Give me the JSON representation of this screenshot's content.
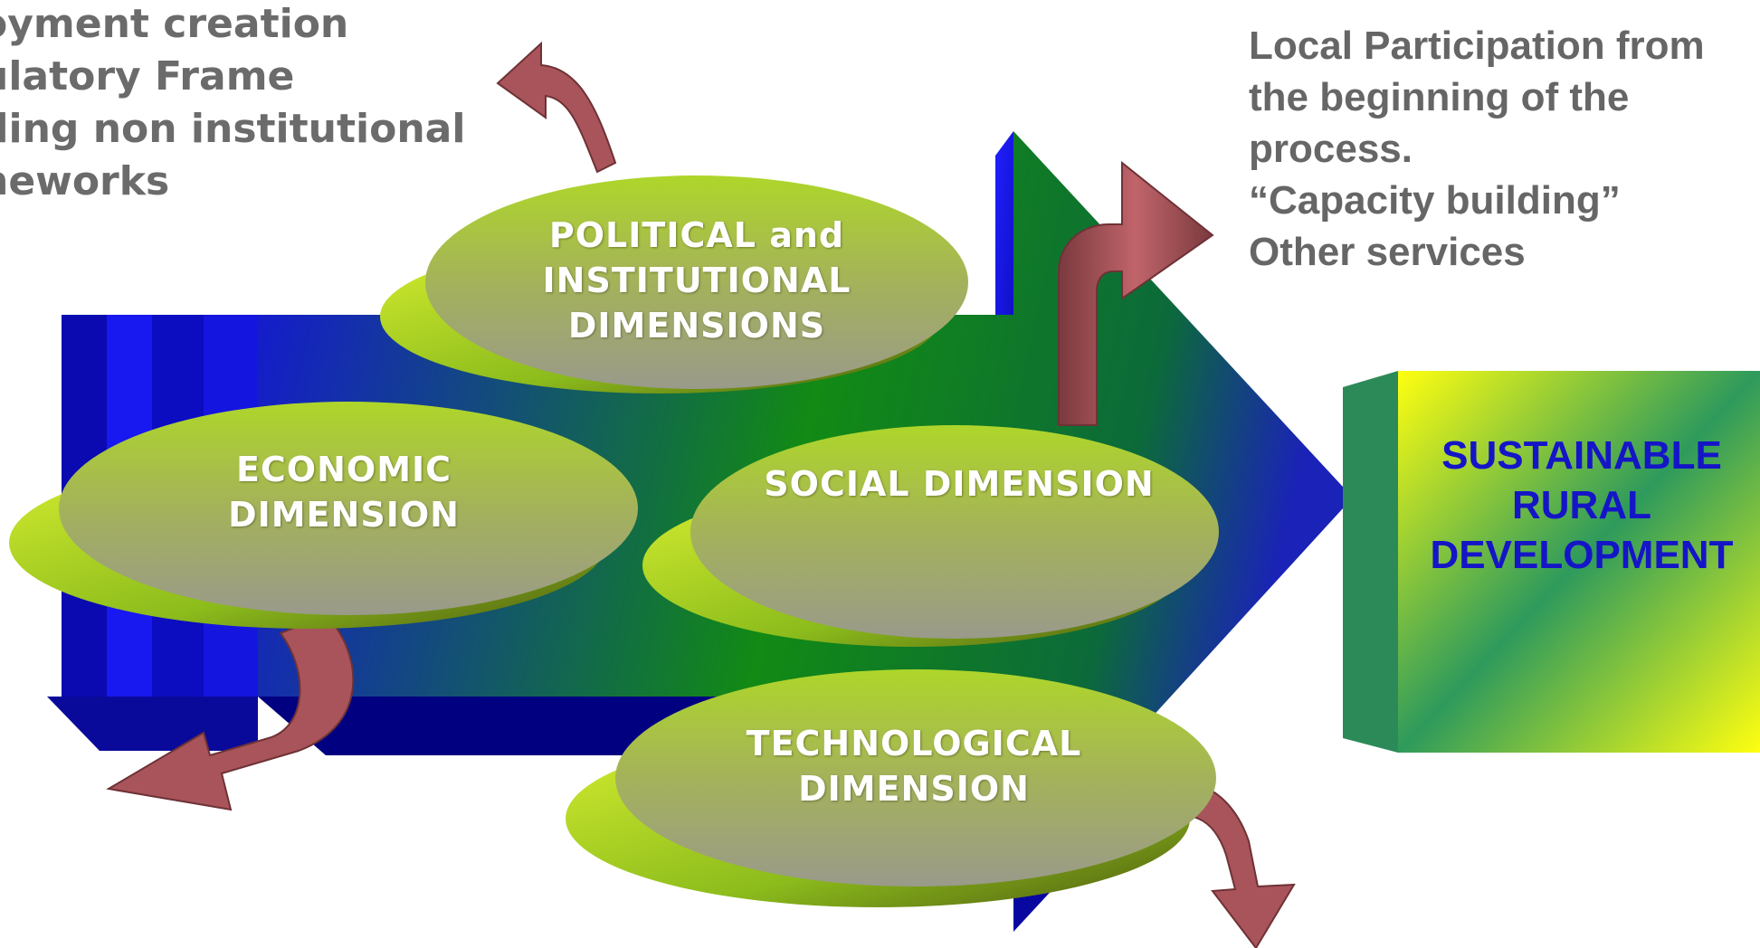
{
  "left_notes": {
    "lines": [
      "oyment creation",
      "ulatory Frame",
      "ding non  institutional",
      "neworks"
    ]
  },
  "right_notes": {
    "lines": [
      "Local Participation from",
      "the beginning of the",
      "process.",
      " “Capacity building”",
      "Other services"
    ]
  },
  "dimensions": {
    "political": [
      "POLITICAL and",
      "INSTITUTIONAL",
      "DIMENSIONS"
    ],
    "economic": [
      "ECONOMIC",
      "DIMENSION"
    ],
    "social": [
      "SOCIAL DIMENSION"
    ],
    "technological": [
      "TECHNOLOGICAL",
      "DIMENSION"
    ]
  },
  "goal": {
    "lines": [
      "SUSTAINABLE",
      "RURAL",
      "DEVELOPMENT"
    ]
  },
  "colors": {
    "big_arrow_blue": "#1414d8",
    "big_arrow_green": "#128c12",
    "ellipse_green": "#9acd1e",
    "curved_arrow": "#a8545a",
    "box_green": "#2e8b57",
    "box_yellow": "#ffff00",
    "goal_text": "#1515c8",
    "note_text": "#666666"
  }
}
